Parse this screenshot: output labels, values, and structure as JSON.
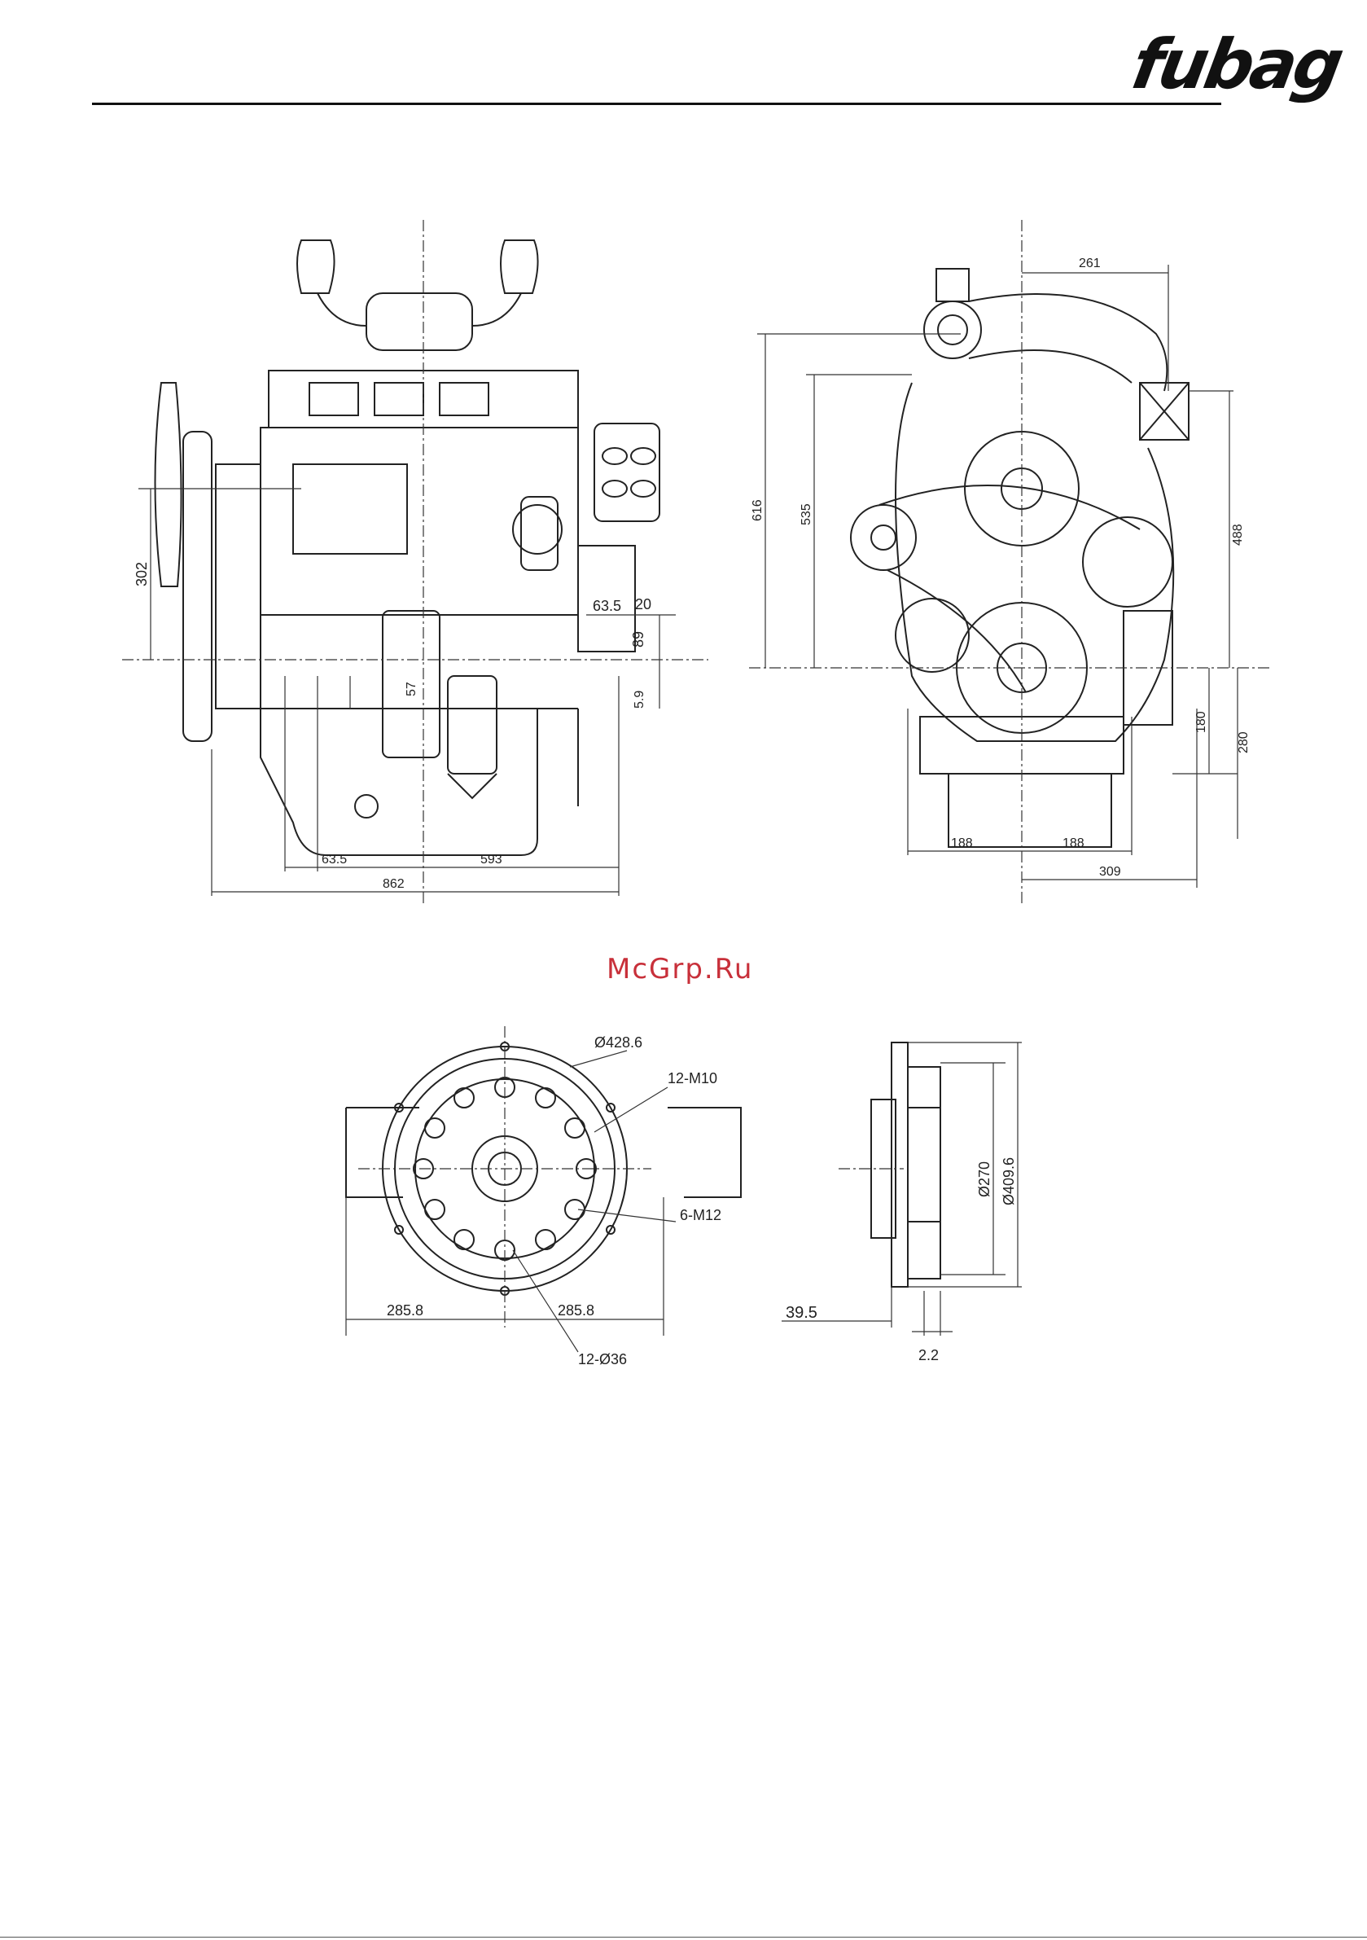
{
  "header": {
    "brand": "fubag"
  },
  "watermark": "McGrp.Ru",
  "front_view": {
    "dims": {
      "d302": "302",
      "d635a": "63.5",
      "d20": "20",
      "d89": "89",
      "d59": "5.9",
      "d57": "57",
      "d635b": "63.5",
      "d593": "593",
      "d862": "862"
    }
  },
  "side_view": {
    "dims": {
      "d261": "261",
      "d616": "616",
      "d535": "535",
      "d488": "488",
      "d180": "180",
      "d280": "280",
      "d188a": "188",
      "d188b": "188",
      "d309": "309"
    }
  },
  "flywheel_housing": {
    "dims": {
      "d4286": "Ø428.6",
      "m10": "12-M10",
      "m12": "6-M12",
      "d2858a": "285.8",
      "d2858b": "285.8",
      "d36": "12-Ø36"
    }
  },
  "flywheel_section": {
    "dims": {
      "d270": "Ø270",
      "d4096": "Ø409.6",
      "d395": "39.5",
      "d22": "2.2"
    }
  }
}
